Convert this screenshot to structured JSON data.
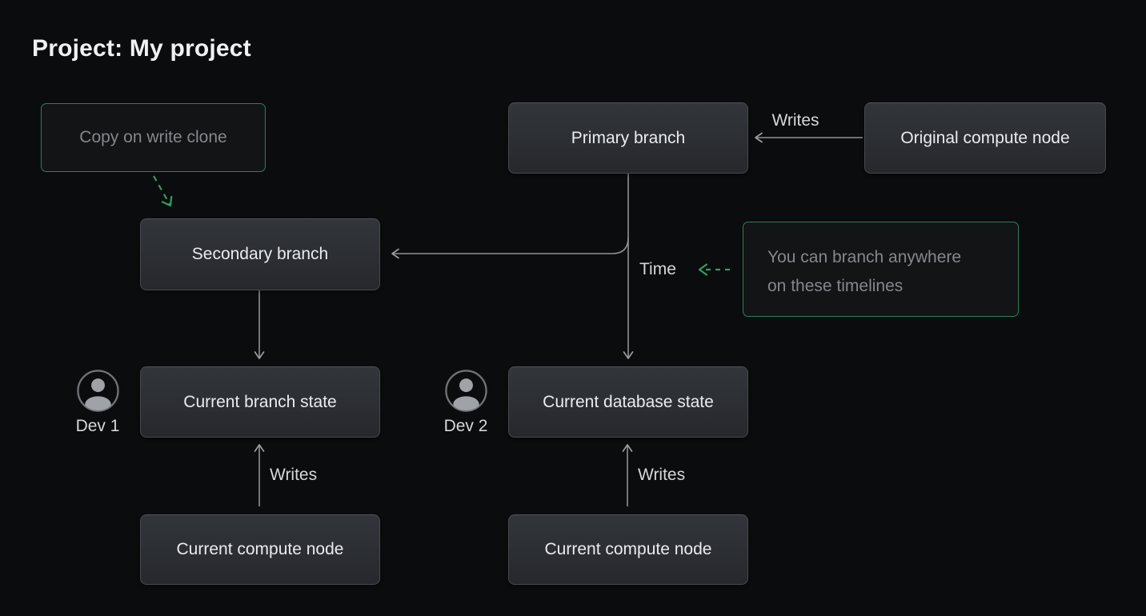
{
  "title": "Project: My project",
  "colors": {
    "background": "#0b0c0d",
    "node_border": "#45484e",
    "node_bg_top": "#32353a",
    "node_bg_bottom": "#26282c",
    "green_border": "#2e7f5a",
    "green_arrow": "#2f9e66",
    "line": "#8f9297",
    "text_title": "#f0f1f3",
    "text_primary": "#e9ebed",
    "text_label": "#d5d7da",
    "text_muted": "#84878d"
  },
  "nodes": {
    "copy_on_write_clone": "Copy on write clone",
    "primary_branch": "Primary branch",
    "original_compute_node": "Original compute node",
    "secondary_branch": "Secondary branch",
    "current_branch_state": "Current branch state",
    "current_database_state": "Current database state",
    "current_compute_node_left": "Current compute node",
    "current_compute_node_right": "Current compute node"
  },
  "annotation": {
    "line1": "You can branch anywhere",
    "line2": "on these timelines"
  },
  "edge_labels": {
    "writes_original": "Writes",
    "writes_left": "Writes",
    "writes_right": "Writes",
    "time": "Time"
  },
  "developers": [
    {
      "label": "Dev 1"
    },
    {
      "label": "Dev 2"
    }
  ]
}
